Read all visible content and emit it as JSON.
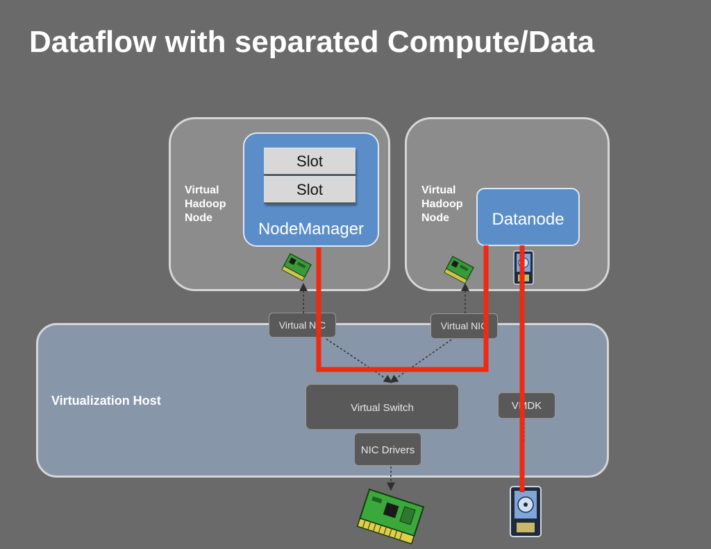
{
  "title": "Dataflow with separated Compute/Data",
  "compute_vm": {
    "label_lines": [
      "Virtual",
      "Hadoop",
      "Node"
    ],
    "component": "NodeManager",
    "slots": [
      "Slot",
      "Slot"
    ],
    "nic_icon": "network-card-icon"
  },
  "data_vm": {
    "label_lines": [
      "Virtual",
      "Hadoop",
      "Node"
    ],
    "component": "Datanode",
    "nic_icon": "network-card-icon",
    "disk_icon": "hard-disk-icon"
  },
  "host": {
    "label": "Virtualization Host",
    "virtual_nic_left": "Virtual NIC",
    "virtual_nic_right": "Virtual NIC",
    "virtual_switch": "Virtual Switch",
    "nic_drivers": "NIC Drivers",
    "vmdk": "VMDK"
  },
  "physical": {
    "nic_icon": "network-card-icon",
    "disk_icon": "hard-disk-icon"
  },
  "colors": {
    "background": "#6a6a6a",
    "vm_fill": "#8c8c8c",
    "host_fill": "#8796a8",
    "component_blue": "#5b8ec9",
    "dataflow_red": "#ee2a12"
  }
}
